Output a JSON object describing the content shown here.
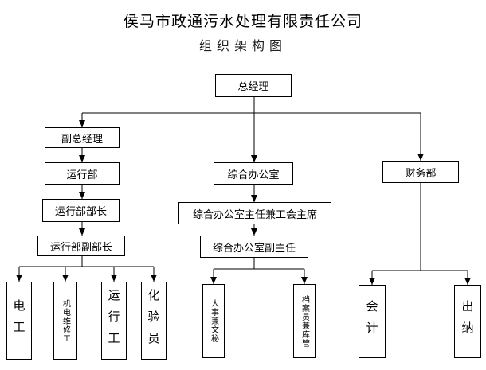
{
  "title": "侯马市政通污水处理有限责任公司",
  "subtitle": "组织架构图",
  "nodes": {
    "gm": "总经理",
    "deputy_gm": "副总经理",
    "ops_dept": "运行部",
    "ops_head": "运行部部长",
    "ops_deputy_head": "运行部副部长",
    "electrician": "电工",
    "mech_repair": "机电维修工",
    "operator": "运行工",
    "lab_tech": "化验员",
    "general_office": "综合办公室",
    "office_director": "综合办公室主任兼工会主席",
    "office_deputy_director": "综合办公室副主任",
    "hr_secretary": "人事兼文秘",
    "archivist": "档案员兼库管",
    "finance_dept": "财务部",
    "accountant": "会计",
    "cashier": "出纳"
  }
}
